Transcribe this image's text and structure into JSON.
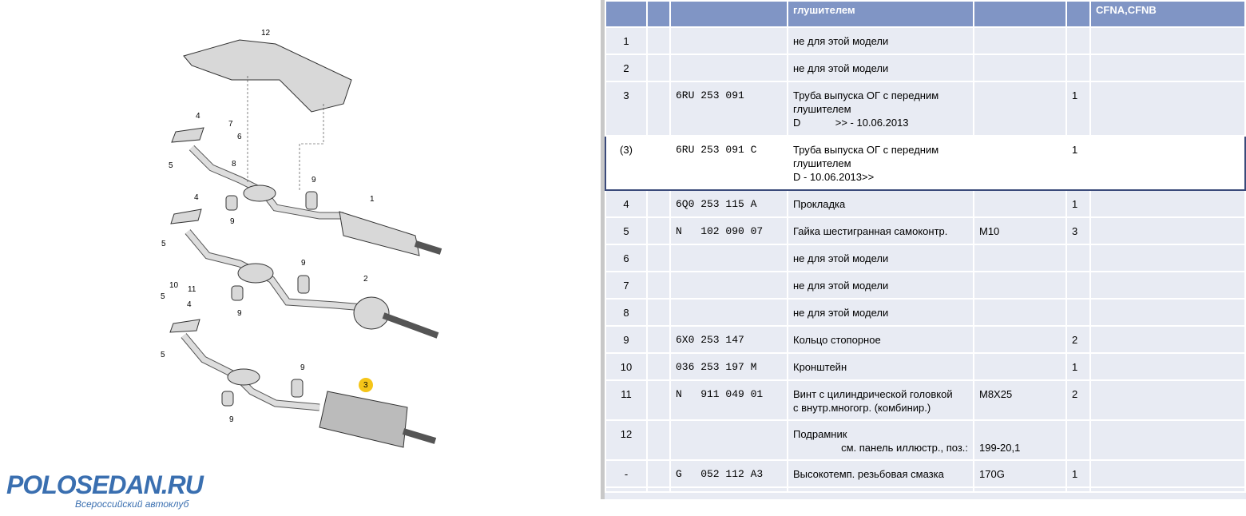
{
  "diagram": {
    "callouts": [
      "12",
      "4",
      "7",
      "6",
      "8",
      "5",
      "9",
      "9",
      "1",
      "4",
      "5",
      "9",
      "10",
      "11",
      "5",
      "9",
      "2",
      "4",
      "5",
      "9",
      "9",
      "3"
    ],
    "highlight_color": "#f5c518"
  },
  "logo": {
    "title": "POLOSEDAN.RU",
    "subtitle": "Всероссийский автоклуб"
  },
  "table": {
    "header": [
      "",
      "",
      "",
      "глушителем",
      "",
      "",
      "CFNA,CFNB"
    ],
    "rows": [
      {
        "pos": "1",
        "part": "",
        "name": [
          "не для этой модели"
        ],
        "note": "",
        "qty": ""
      },
      {
        "pos": "2",
        "part": "",
        "name": [
          "не для этой модели"
        ],
        "note": "",
        "qty": ""
      },
      {
        "pos": "3",
        "part": "6RU 253 091",
        "name": [
          "Труба выпуска ОГ с передним",
          "глушителем",
          "D            >> - 10.06.2013"
        ],
        "note": "",
        "qty": "1"
      },
      {
        "pos": "(3)",
        "part": "6RU 253 091 C",
        "name": [
          "Труба выпуска ОГ с передним",
          "глушителем",
          "D - 10.06.2013>>"
        ],
        "note": "",
        "qty": "1",
        "selected": true
      },
      {
        "pos": "4",
        "part": "6Q0 253 115 A",
        "name": [
          "Прокладка"
        ],
        "note": "",
        "qty": "1"
      },
      {
        "pos": "5",
        "part": "N   102 090 07",
        "name": [
          "Гайка шестигранная самоконтр."
        ],
        "note": "M10",
        "qty": "3"
      },
      {
        "pos": "6",
        "part": "",
        "name": [
          "не для этой модели"
        ],
        "note": "",
        "qty": ""
      },
      {
        "pos": "7",
        "part": "",
        "name": [
          "не для этой модели"
        ],
        "note": "",
        "qty": ""
      },
      {
        "pos": "8",
        "part": "",
        "name": [
          "не для этой модели"
        ],
        "note": "",
        "qty": ""
      },
      {
        "pos": "9",
        "part": "6X0 253 147",
        "name": [
          "Кольцо стопорное"
        ],
        "note": "",
        "qty": "2"
      },
      {
        "pos": "10",
        "part": "036 253 197 M",
        "name": [
          "Кронштейн"
        ],
        "note": "",
        "qty": "1"
      },
      {
        "pos": "11",
        "part": "N   911 049 01",
        "name": [
          "Винт с цилиндрической головкой",
          "с внутр.многогр. (комбинир.)"
        ],
        "note": "M8X25",
        "qty": "2"
      },
      {
        "pos": "12",
        "part": "",
        "name": [
          "Подрамник",
          "          см. панель иллюстр., поз.:"
        ],
        "note": "199-20,1",
        "note_line": 2,
        "qty": ""
      },
      {
        "pos": "-",
        "part": "G   052 112 A3",
        "name": [
          "Высокотемп. резьбовая смазка"
        ],
        "note": "170G",
        "qty": "1"
      }
    ]
  }
}
